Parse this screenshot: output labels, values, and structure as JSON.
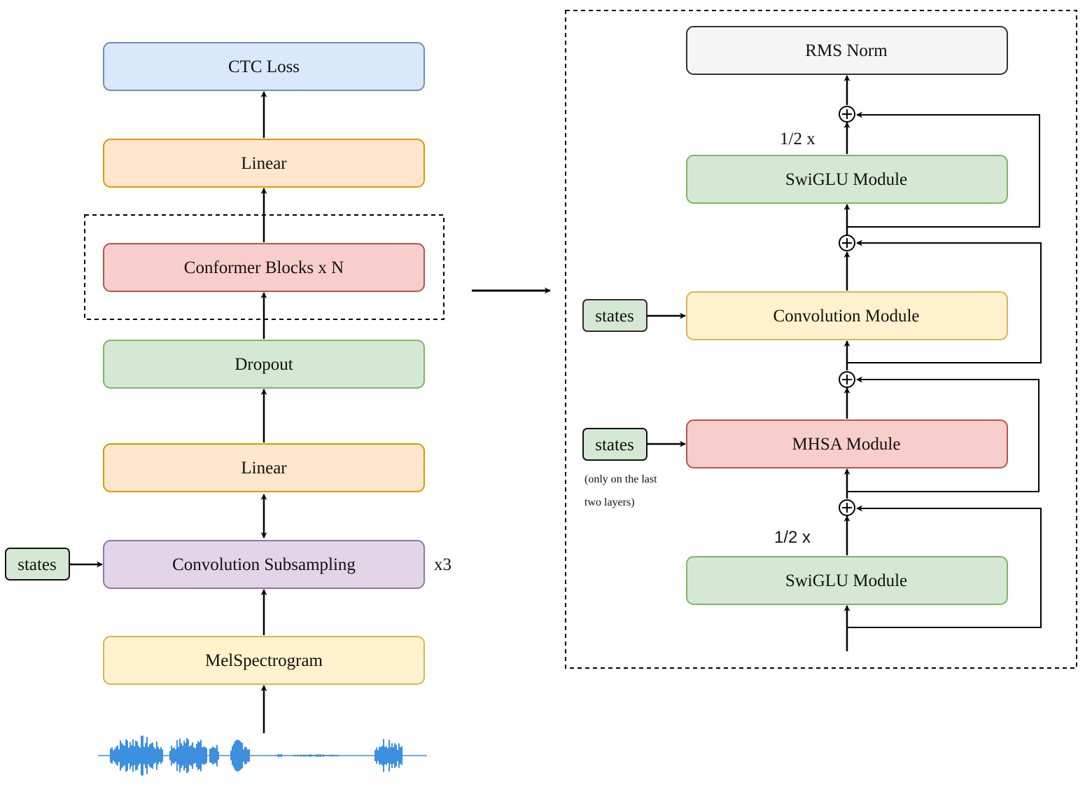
{
  "left": {
    "ctc_loss": "CTC Loss",
    "linear_top": "Linear",
    "conformer_blocks": "Conformer Blocks x N",
    "dropout": "Dropout",
    "linear_bottom": "Linear",
    "conv_subsampling": "Convolution Subsampling",
    "repeat_label": "x3",
    "states": "states",
    "melspectrogram": "MelSpectrogram"
  },
  "right": {
    "rms_norm": "RMS Norm",
    "half_top": "1/2 x",
    "swiglu_top": "SwiGLU Module",
    "conv_module": "Convolution Module",
    "conv_states": "states",
    "mhsa_module": "MHSA Module",
    "mhsa_states": "states",
    "note_line1": "(only on the last",
    "note_line2": "two layers)",
    "half_bottom": "1/2 x",
    "swiglu_bottom": "SwiGLU Module"
  },
  "colors": {
    "blue_fill": "#dae8fc",
    "blue_stroke": "#6c8ebf",
    "orange_fill": "#ffe6cc",
    "orange_stroke": "#d79b00",
    "red_fill": "#f8cecc",
    "red_stroke": "#b85450",
    "green_fill": "#d5e8d4",
    "green_stroke": "#82b366",
    "purple_fill": "#e1d5e7",
    "purple_stroke": "#9673a6",
    "yellow_fill": "#fff2cc",
    "yellow_stroke": "#d6b656",
    "gray_fill": "#f5f5f5",
    "gray_stroke": "#333333",
    "waveform": "#3d8fe0"
  }
}
